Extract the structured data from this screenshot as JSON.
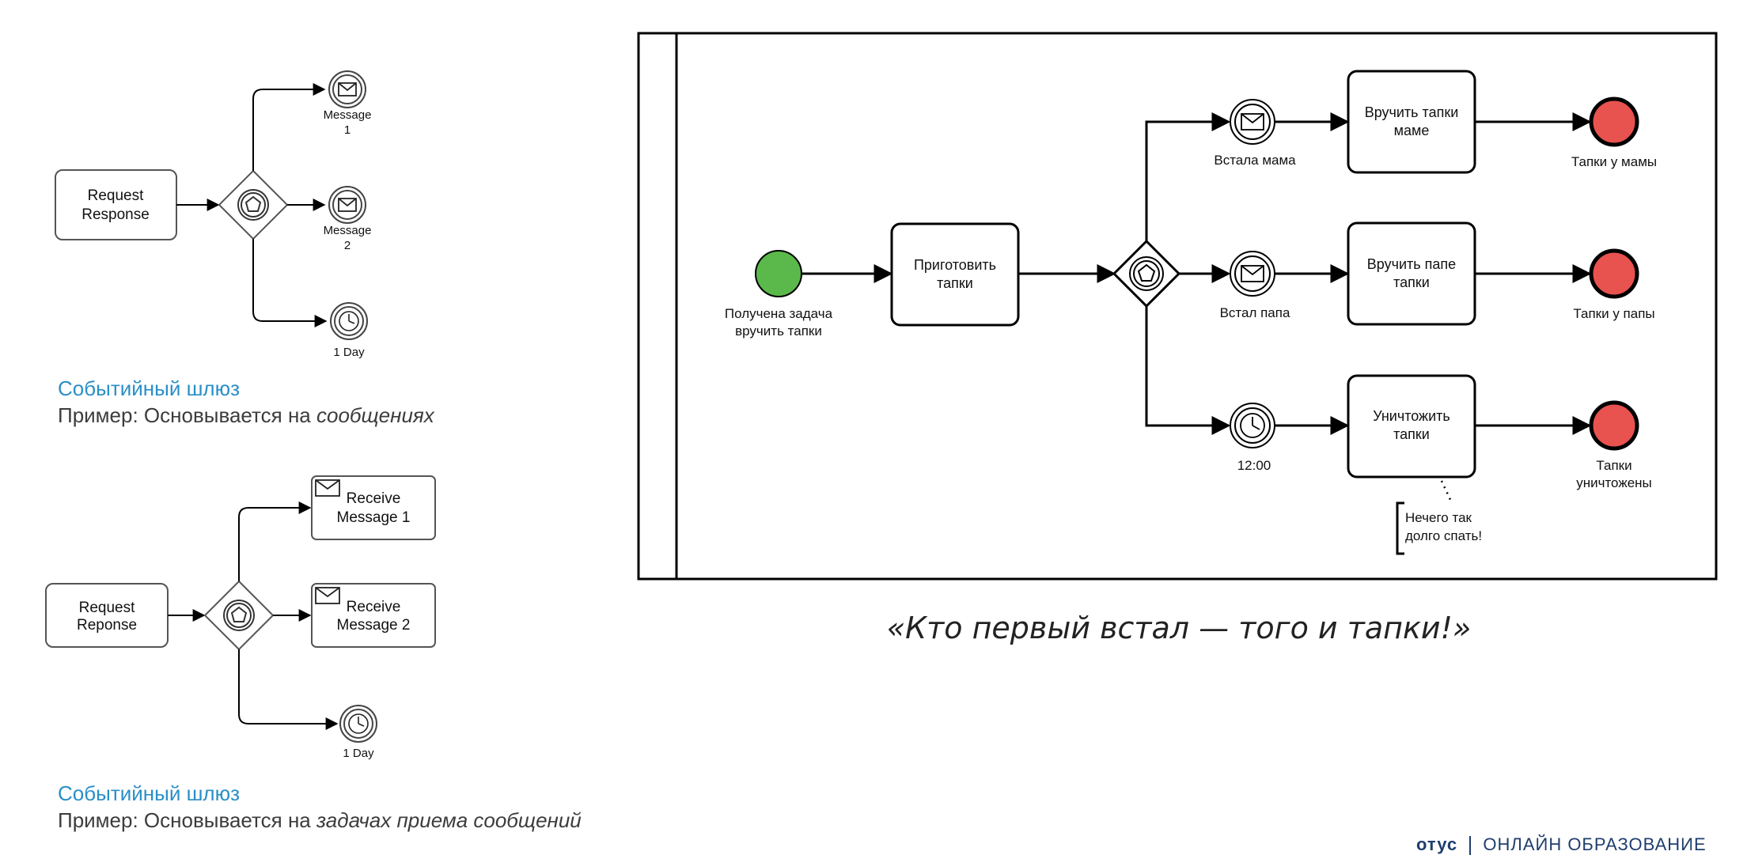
{
  "diagram1": {
    "task": [
      "Request",
      "Response"
    ],
    "events": [
      {
        "label": [
          "Message",
          "1"
        ]
      },
      {
        "label": [
          "Message",
          "2"
        ]
      },
      {
        "label": [
          "1 Day"
        ]
      }
    ],
    "caption_title": "Событийный шлюз",
    "caption_prefix": "Пример: Основывается на ",
    "caption_emph": "сообщениях"
  },
  "diagram2": {
    "task": [
      "Request",
      "Reponse"
    ],
    "receive_tasks": [
      {
        "label": [
          "Receive",
          "Message 1"
        ]
      },
      {
        "label": [
          "Receive",
          "Message 2"
        ]
      }
    ],
    "timer_label": "1 Day",
    "caption_title": "Событийный шлюз",
    "caption_prefix": "Пример: Основывается на ",
    "caption_emph": "задачах приема сообщений"
  },
  "main": {
    "start_label": [
      "Получена задача",
      "вручить тапки"
    ],
    "prepare_task": [
      "Приготовить",
      "тапки"
    ],
    "branches": [
      {
        "event_label": [
          "Встала мама"
        ],
        "task": [
          "Вручить тапки",
          "маме"
        ],
        "end_label": [
          "Тапки у мамы"
        ]
      },
      {
        "event_label": [
          "Встал папа"
        ],
        "task": [
          "Вручить папе",
          "тапки"
        ],
        "end_label": [
          "Тапки у папы"
        ]
      },
      {
        "event_label": [
          "12:00"
        ],
        "task": [
          "Уничтожить",
          "тапки"
        ],
        "end_label": [
          "Тапки",
          "уничтожены"
        ]
      }
    ],
    "annotation": [
      "Нечего так",
      "долго спать!"
    ],
    "quote": "«Кто первый встал — того и тапки!»"
  },
  "footer": {
    "brand": "отус",
    "text": "ОНЛАЙН ОБРАЗОВАНИЕ"
  },
  "colors": {
    "start": "#5ab94a",
    "end": "#e8524f",
    "caption": "#2a8fc7",
    "line": "#000000"
  }
}
